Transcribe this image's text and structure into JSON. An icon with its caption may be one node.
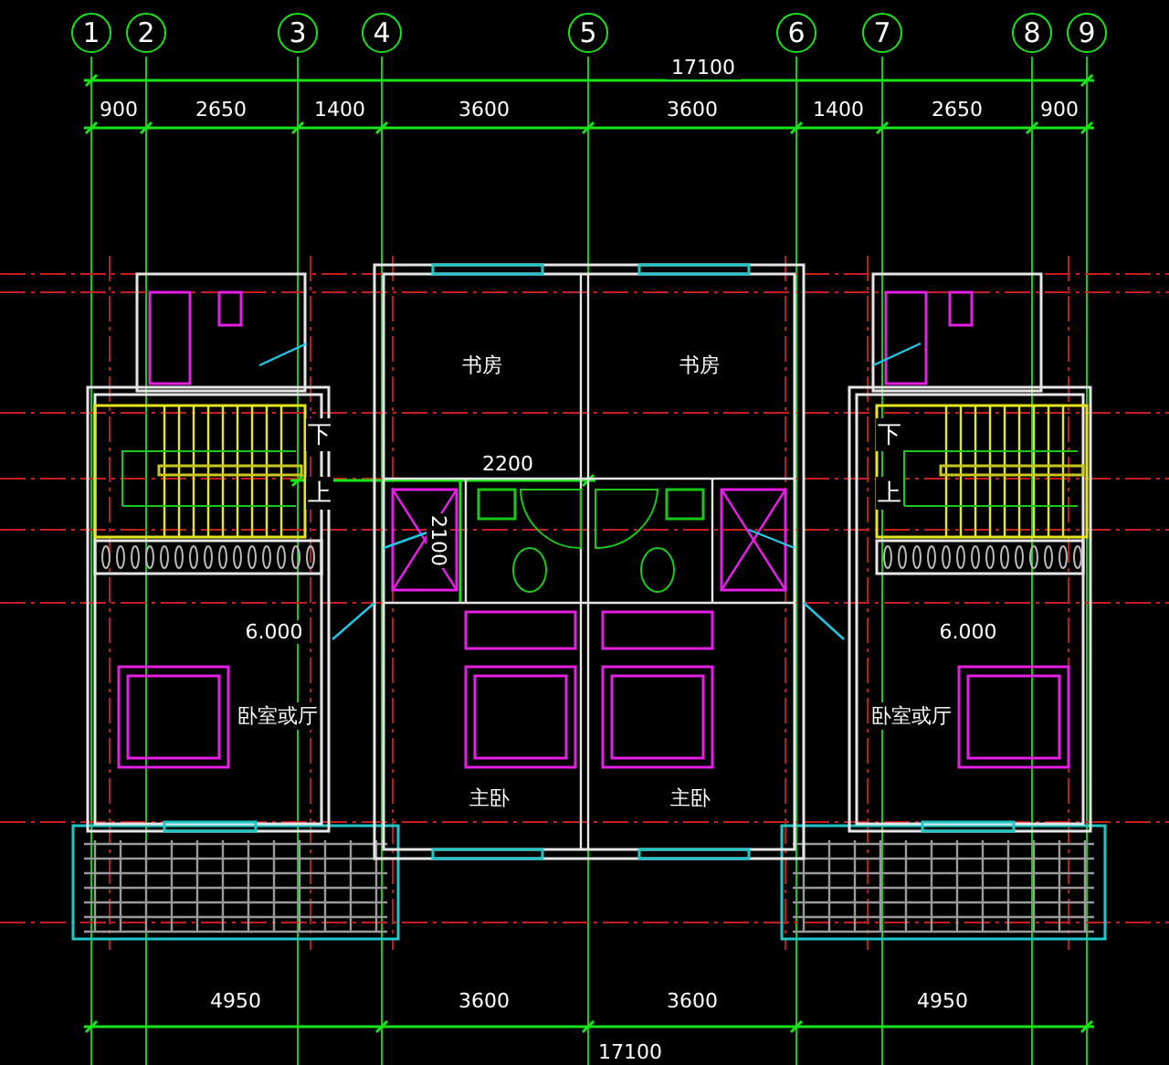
{
  "diagram": {
    "nodes": [
      {
        "text": [
          "1"
        ]
      },
      {
        "text": [
          "2"
        ]
      },
      {
        "text": [
          "3"
        ]
      },
      {
        "text": [
          "4"
        ]
      },
      {
        "text": [
          "5"
        ]
      },
      {
        "text": [
          "6"
        ]
      },
      {
        "text": [
          "7"
        ]
      },
      {
        "text": [
          "8"
        ]
      },
      {
        "text": [
          "9"
        ]
      },
      {
        "text": [
          "书房"
        ]
      },
      {
        "text": [
          "书房"
        ]
      },
      {
        "text": [
          "卧室或厅"
        ]
      },
      {
        "text": [
          "卧室或厅"
        ]
      },
      {
        "text": [
          "主卧"
        ]
      },
      {
        "text": [
          "主卧"
        ]
      }
    ],
    "edges": [],
    "labels": [
      "17100",
      "900",
      "2650",
      "1400",
      "3600",
      "3600",
      "1400",
      "2650",
      "900",
      "2200",
      "下",
      "下",
      "上",
      "上",
      "2100",
      "6.000",
      "6.000",
      "4950",
      "3600",
      "3600",
      "4950",
      "17100"
    ]
  }
}
